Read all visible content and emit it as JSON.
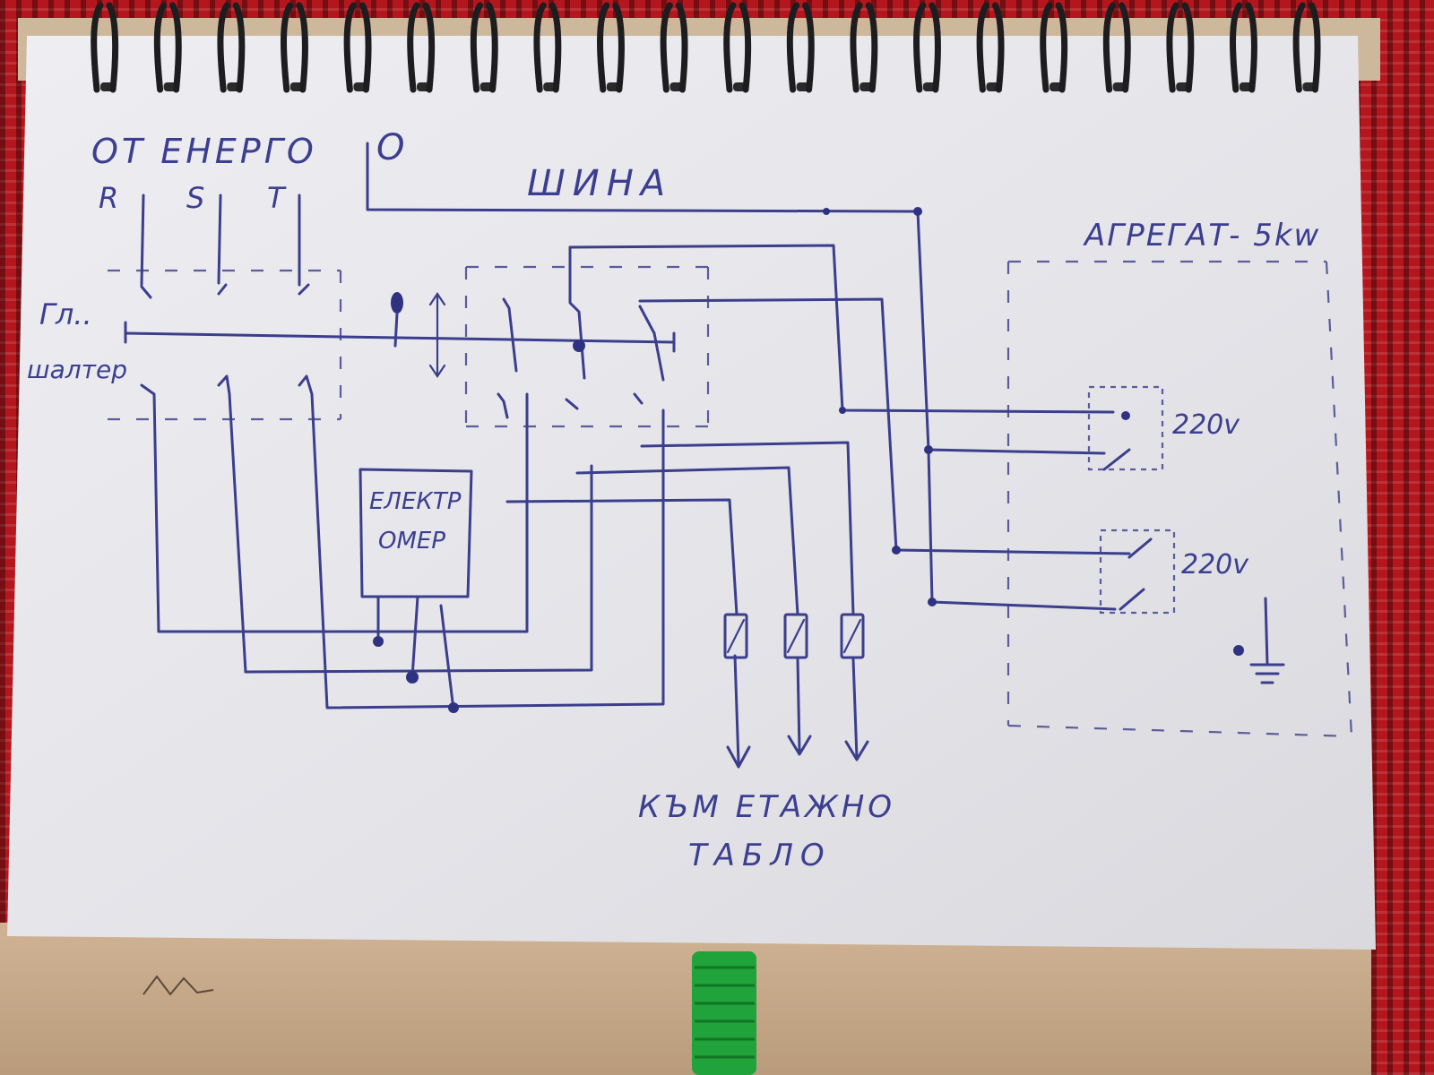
{
  "labels": {
    "source": "ОТ ЕНЕРГО",
    "phase_r": "R",
    "phase_s": "S",
    "phase_t": "T",
    "neutral": "O",
    "busbar": "ШИНА",
    "main_switch_line1": "Гл..",
    "main_switch_line2": "шалтер",
    "meter_line1": "ЕЛЕКТР",
    "meter_line2": "ОМЕР",
    "generator": "АГРЕГАТ- 5kw",
    "outlet_1": "220v",
    "outlet_2": "220v",
    "destination_line1": "КЪМ ЕТАЖНО",
    "destination_line2": "ТАБЛО"
  },
  "colors": {
    "ink": "#3b3e8c",
    "paper": "#e6e6ea",
    "cardboard": "#c8ab8c",
    "tablecloth": "#b3161d",
    "elastic": "#1fa33a"
  },
  "icons": [
    "spiral-binding-icon",
    "fuse-icon",
    "ground-icon",
    "arrow-down-icon"
  ]
}
